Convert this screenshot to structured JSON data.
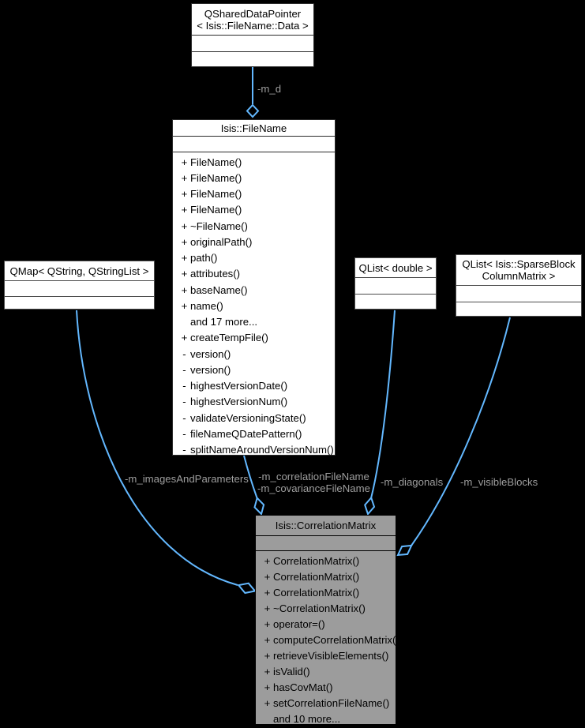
{
  "diagram": {
    "background": "#000000",
    "edge_color": "#63b8ff",
    "label_color": "#9e9e9e",
    "node_fill": "#ffffff",
    "highlight_fill": "#9c9c9c"
  },
  "classes": {
    "shared_pointer": {
      "title_line1": "QSharedDataPointer",
      "title_line2": "< Isis::FileName::Data >"
    },
    "file_name": {
      "title": "Isis::FileName",
      "members": [
        {
          "sign": "+",
          "text": "FileName()"
        },
        {
          "sign": "+",
          "text": "FileName()"
        },
        {
          "sign": "+",
          "text": "FileName()"
        },
        {
          "sign": "+",
          "text": "FileName()"
        },
        {
          "sign": "+",
          "text": "~FileName()"
        },
        {
          "sign": "+",
          "text": "originalPath()"
        },
        {
          "sign": "+",
          "text": "path()"
        },
        {
          "sign": "+",
          "text": "attributes()"
        },
        {
          "sign": "+",
          "text": "baseName()"
        },
        {
          "sign": "+",
          "text": "name()"
        },
        {
          "sign": "",
          "text": "and 17 more..."
        },
        {
          "sign": "+",
          "text": "createTempFile()"
        },
        {
          "sign": "-",
          "text": "version()"
        },
        {
          "sign": "-",
          "text": "version()"
        },
        {
          "sign": "-",
          "text": "highestVersionDate()"
        },
        {
          "sign": "-",
          "text": "highestVersionNum()"
        },
        {
          "sign": "-",
          "text": "validateVersioningState()"
        },
        {
          "sign": "-",
          "text": "fileNameQDatePattern()"
        },
        {
          "sign": "-",
          "text": "splitNameAroundVersionNum()"
        }
      ]
    },
    "qmap": {
      "title": "QMap< QString, QStringList >"
    },
    "qlist_double": {
      "title": "QList< double >"
    },
    "qlist_sparse": {
      "title_line1": "QList< Isis::SparseBlock",
      "title_line2": "ColumnMatrix >"
    },
    "correlation_matrix": {
      "title": "Isis::CorrelationMatrix",
      "members": [
        {
          "sign": "+",
          "text": "CorrelationMatrix()"
        },
        {
          "sign": "+",
          "text": "CorrelationMatrix()"
        },
        {
          "sign": "+",
          "text": "CorrelationMatrix()"
        },
        {
          "sign": "+",
          "text": "~CorrelationMatrix()"
        },
        {
          "sign": "+",
          "text": "operator=()"
        },
        {
          "sign": "+",
          "text": "computeCorrelationMatrix()"
        },
        {
          "sign": "+",
          "text": "retrieveVisibleElements()"
        },
        {
          "sign": "+",
          "text": "isValid()"
        },
        {
          "sign": "+",
          "text": "hasCovMat()"
        },
        {
          "sign": "+",
          "text": "setCorrelationFileName()"
        },
        {
          "sign": "",
          "text": "and 10 more..."
        }
      ]
    }
  },
  "edge_labels": {
    "m_d": "-m_d",
    "images_and_parameters": "-m_imagesAndParameters",
    "correlation_file_name": "-m_correlationFileName",
    "covariance_file_name": "-m_covarianceFileName",
    "diagonals": "-m_diagonals",
    "visible_blocks": "-m_visibleBlocks"
  }
}
